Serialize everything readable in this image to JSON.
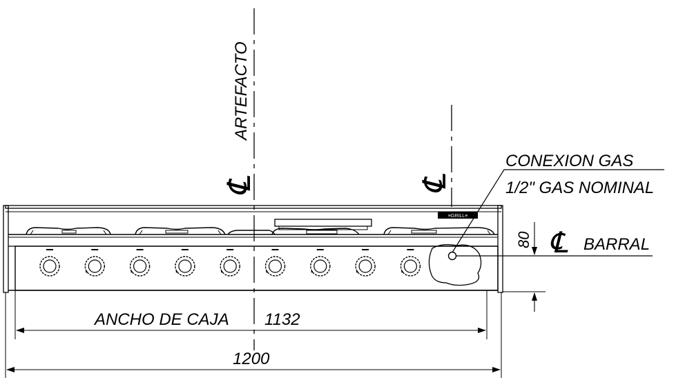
{
  "labels": {
    "artefacto": "ARTEFACTO",
    "conexion_gas": "CONEXION GAS",
    "gas_nominal": "1/2\" GAS NOMINAL",
    "barral": "BARRAL",
    "ancho_de_caja": "ANCHO DE CAJA",
    "centerline_symbol": "℄"
  },
  "dimensions": {
    "box_width": "1132",
    "total_width": "1200",
    "height_to_bar": "80"
  },
  "knobs": {
    "count": 9
  },
  "burners": {
    "count": 5
  },
  "colors": {
    "line": "#000000",
    "background": "#ffffff"
  }
}
